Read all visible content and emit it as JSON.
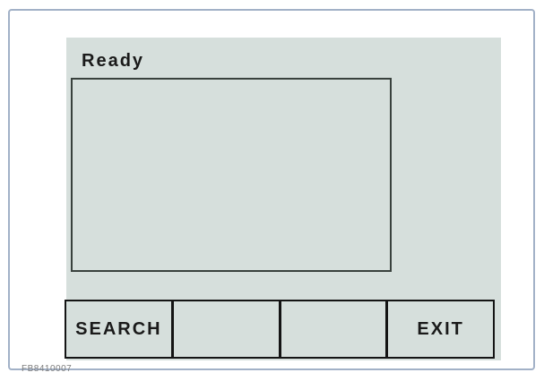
{
  "figure": {
    "code": "FB8410007"
  },
  "screen": {
    "status": "Ready",
    "display_content": "",
    "softkeys": [
      {
        "label": "SEARCH"
      },
      {
        "label": ""
      },
      {
        "label": ""
      },
      {
        "label": "EXIT"
      }
    ]
  },
  "colors": {
    "frame_border": "#a2b1c7",
    "panel_bg": "#d6dfdc",
    "display_border": "#39413d",
    "button_border": "#141414",
    "text": "#1a1a1a",
    "caption": "#7e7e7e"
  }
}
